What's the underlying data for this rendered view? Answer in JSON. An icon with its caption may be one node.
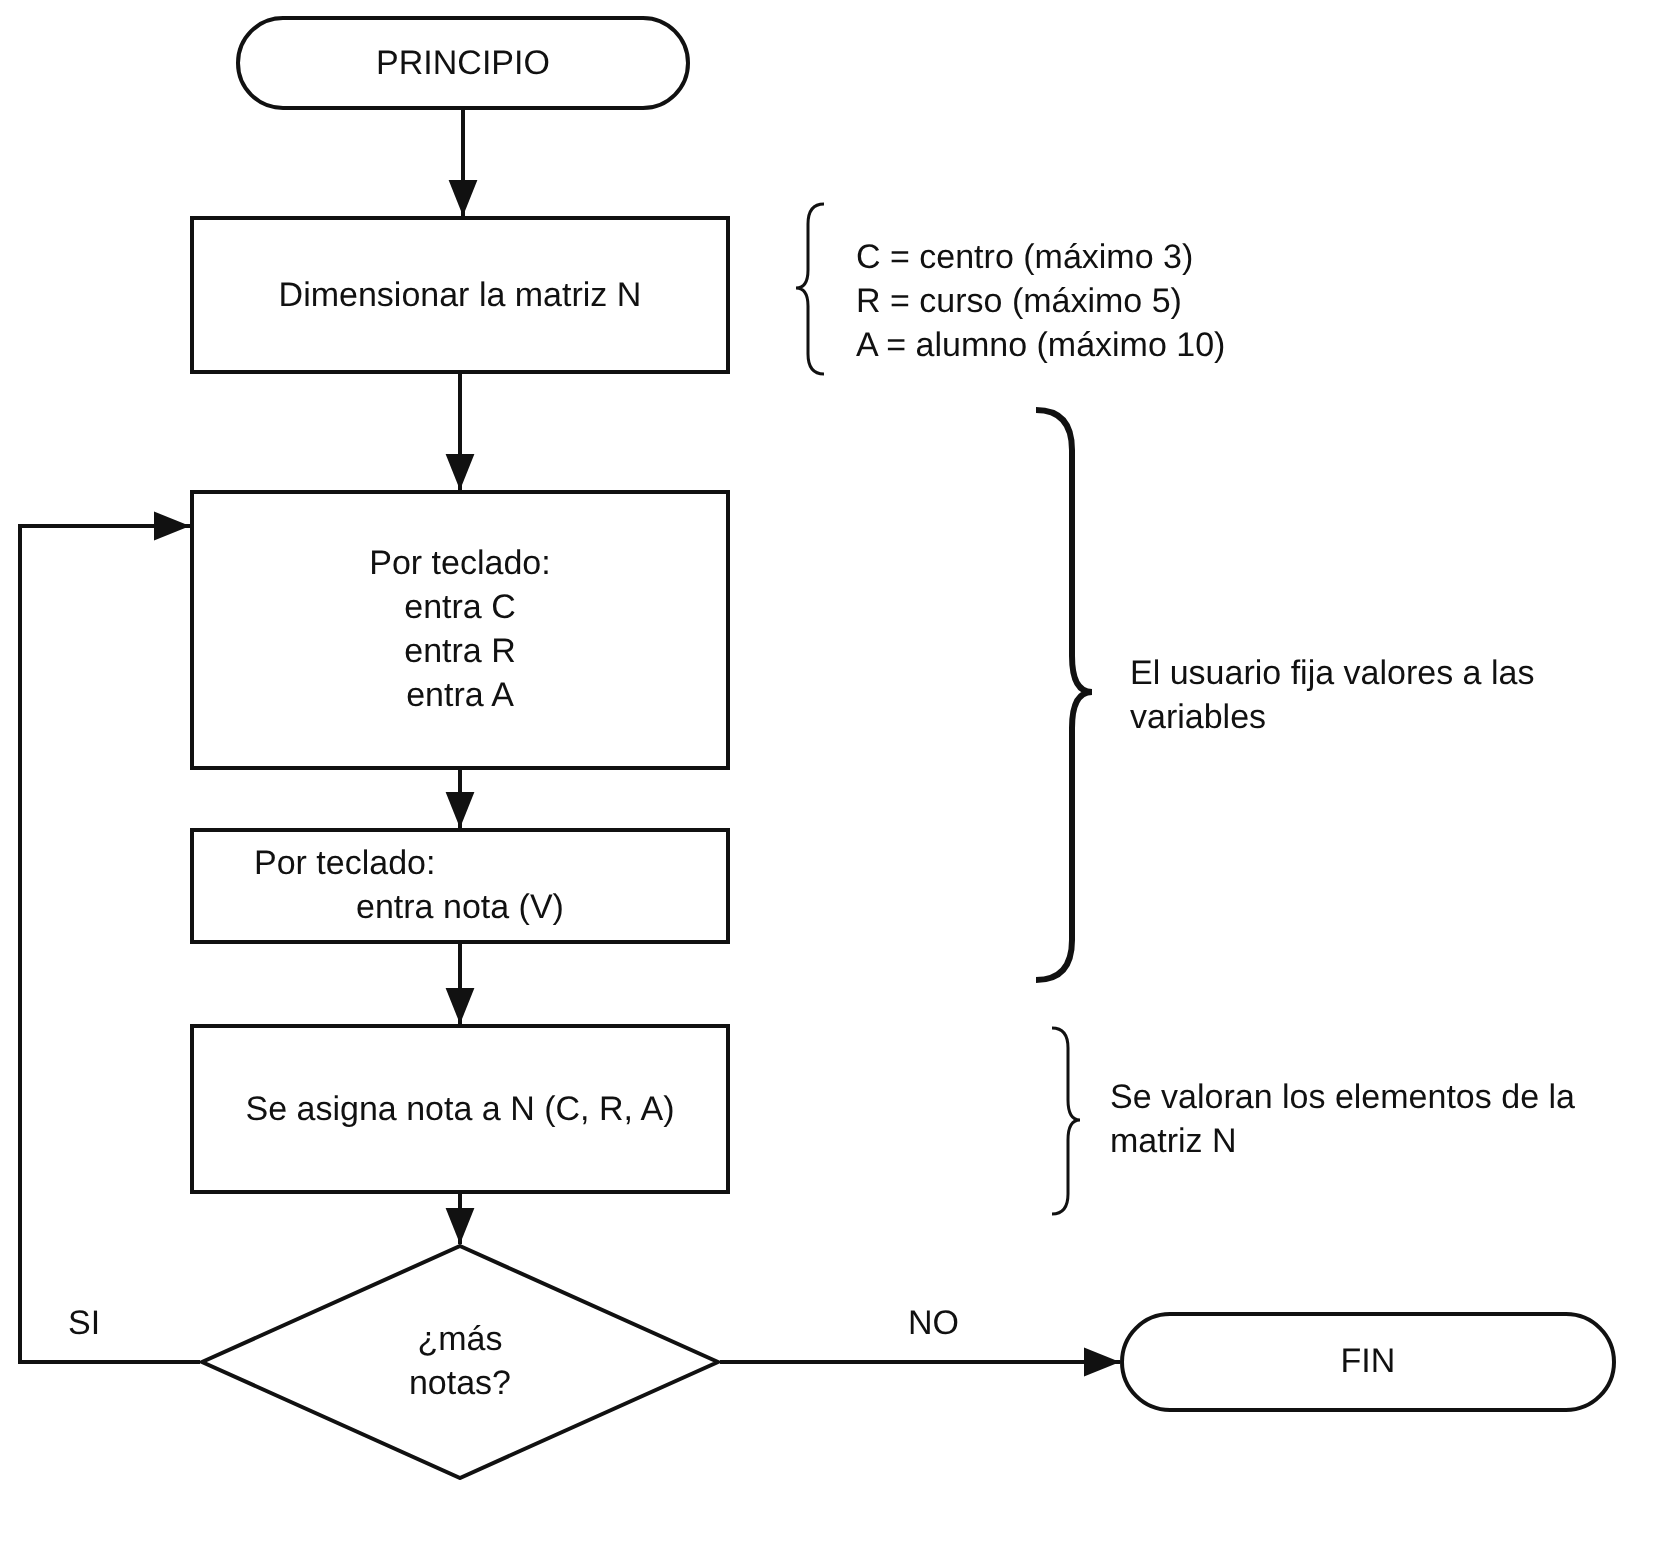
{
  "diagram": {
    "nodes": [
      {
        "text": [
          "PRINCIPIO"
        ]
      },
      {
        "text": [
          "Dimensionar la matriz N"
        ]
      },
      {
        "text": [
          "Por teclado:",
          "entra C",
          "entra R",
          "entra A"
        ]
      },
      {
        "text": [
          "Por teclado:",
          "entra nota (V)"
        ]
      },
      {
        "text": [
          "Se asigna nota a N (C, R, A)"
        ]
      },
      {
        "text": [
          "¿más notas?"
        ]
      },
      {
        "text": [
          "FIN"
        ]
      }
    ],
    "edges": [
      {
        "from": 0,
        "to": 1,
        "arrow": "to"
      },
      {
        "from": 1,
        "to": 2,
        "arrow": "to"
      },
      {
        "from": 2,
        "to": 3,
        "arrow": "to"
      },
      {
        "from": 3,
        "to": 4,
        "arrow": "to"
      },
      {
        "from": 4,
        "to": 5,
        "arrow": "to"
      },
      {
        "from": 5,
        "to": 6,
        "arrow": "to",
        "label": "NO"
      },
      {
        "from": 5,
        "to": 2,
        "arrow": "to",
        "label": "SI"
      }
    ],
    "labels": [
      "C = centro (máximo 3)",
      "R = curso (máximo 5)",
      "A = alumno (máximo 10)",
      "El usuario fija valores a las variables",
      "Se valoran los elementos de la matriz N"
    ]
  }
}
